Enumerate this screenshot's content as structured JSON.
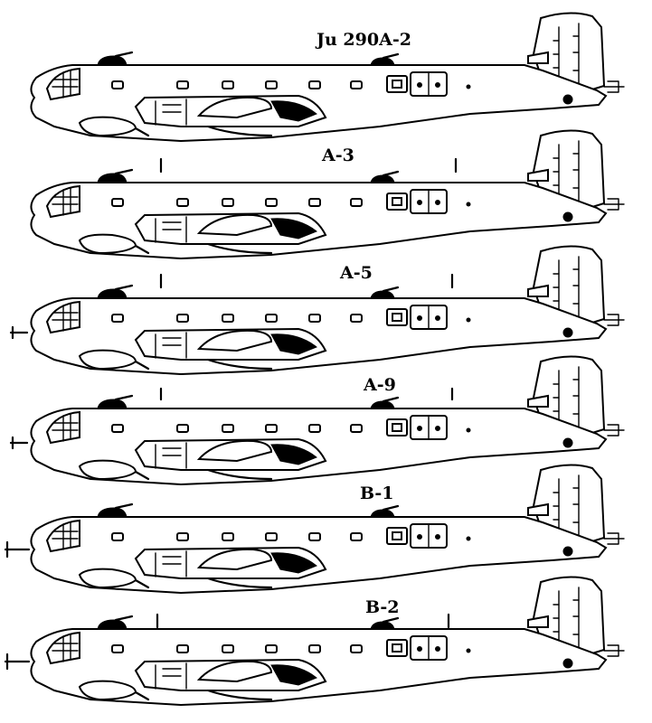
{
  "sheet": {
    "variants": [
      {
        "label": "Ju 290A-2"
      },
      {
        "label": "A-3"
      },
      {
        "label": "A-5"
      },
      {
        "label": "A-9"
      },
      {
        "label": "B-1"
      },
      {
        "label": "B-2"
      }
    ]
  }
}
